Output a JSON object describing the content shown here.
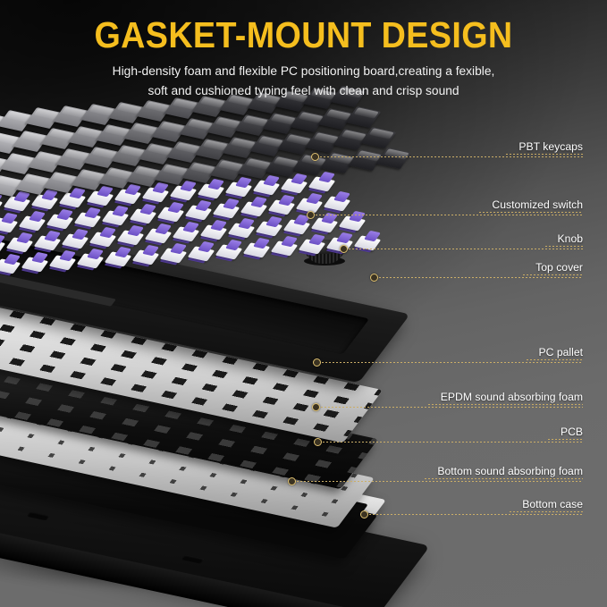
{
  "header": {
    "title": "GASKET-MOUNT DESIGN",
    "subtitle_line1": "High-density foam and flexible PC positioning board,creating a fexible,",
    "subtitle_line2": "soft and cushioned typing feel with clean and crisp sound",
    "title_color": "#F5BE1E",
    "subtitle_color": "#F2F2F2"
  },
  "callouts": [
    {
      "id": "pbt-keycaps",
      "label": "PBT keycaps"
    },
    {
      "id": "customized-switch",
      "label": "Customized switch"
    },
    {
      "id": "knob",
      "label": "Knob"
    },
    {
      "id": "top-cover",
      "label": "Top cover"
    },
    {
      "id": "pc-pallet",
      "label": "PC pallet"
    },
    {
      "id": "epdm-foam",
      "label": "EPDM sound absorbing foam"
    },
    {
      "id": "pcb",
      "label": "PCB"
    },
    {
      "id": "bottom-foam",
      "label": "Bottom sound absorbing foam"
    },
    {
      "id": "bottom-case",
      "label": "Bottom case"
    }
  ],
  "style": {
    "leader_color": "#CBAE67",
    "marker_ring_color": "#E0C272",
    "background_top": "#1B1B1B",
    "background_bottom": "#6D6D6D",
    "keycap_light": "#B8B8B8",
    "keycap_dark": "#3A3A3A",
    "switch_stem": "#7C5FD3",
    "switch_housing": "#FFFFFF",
    "case_black": "#101010"
  }
}
